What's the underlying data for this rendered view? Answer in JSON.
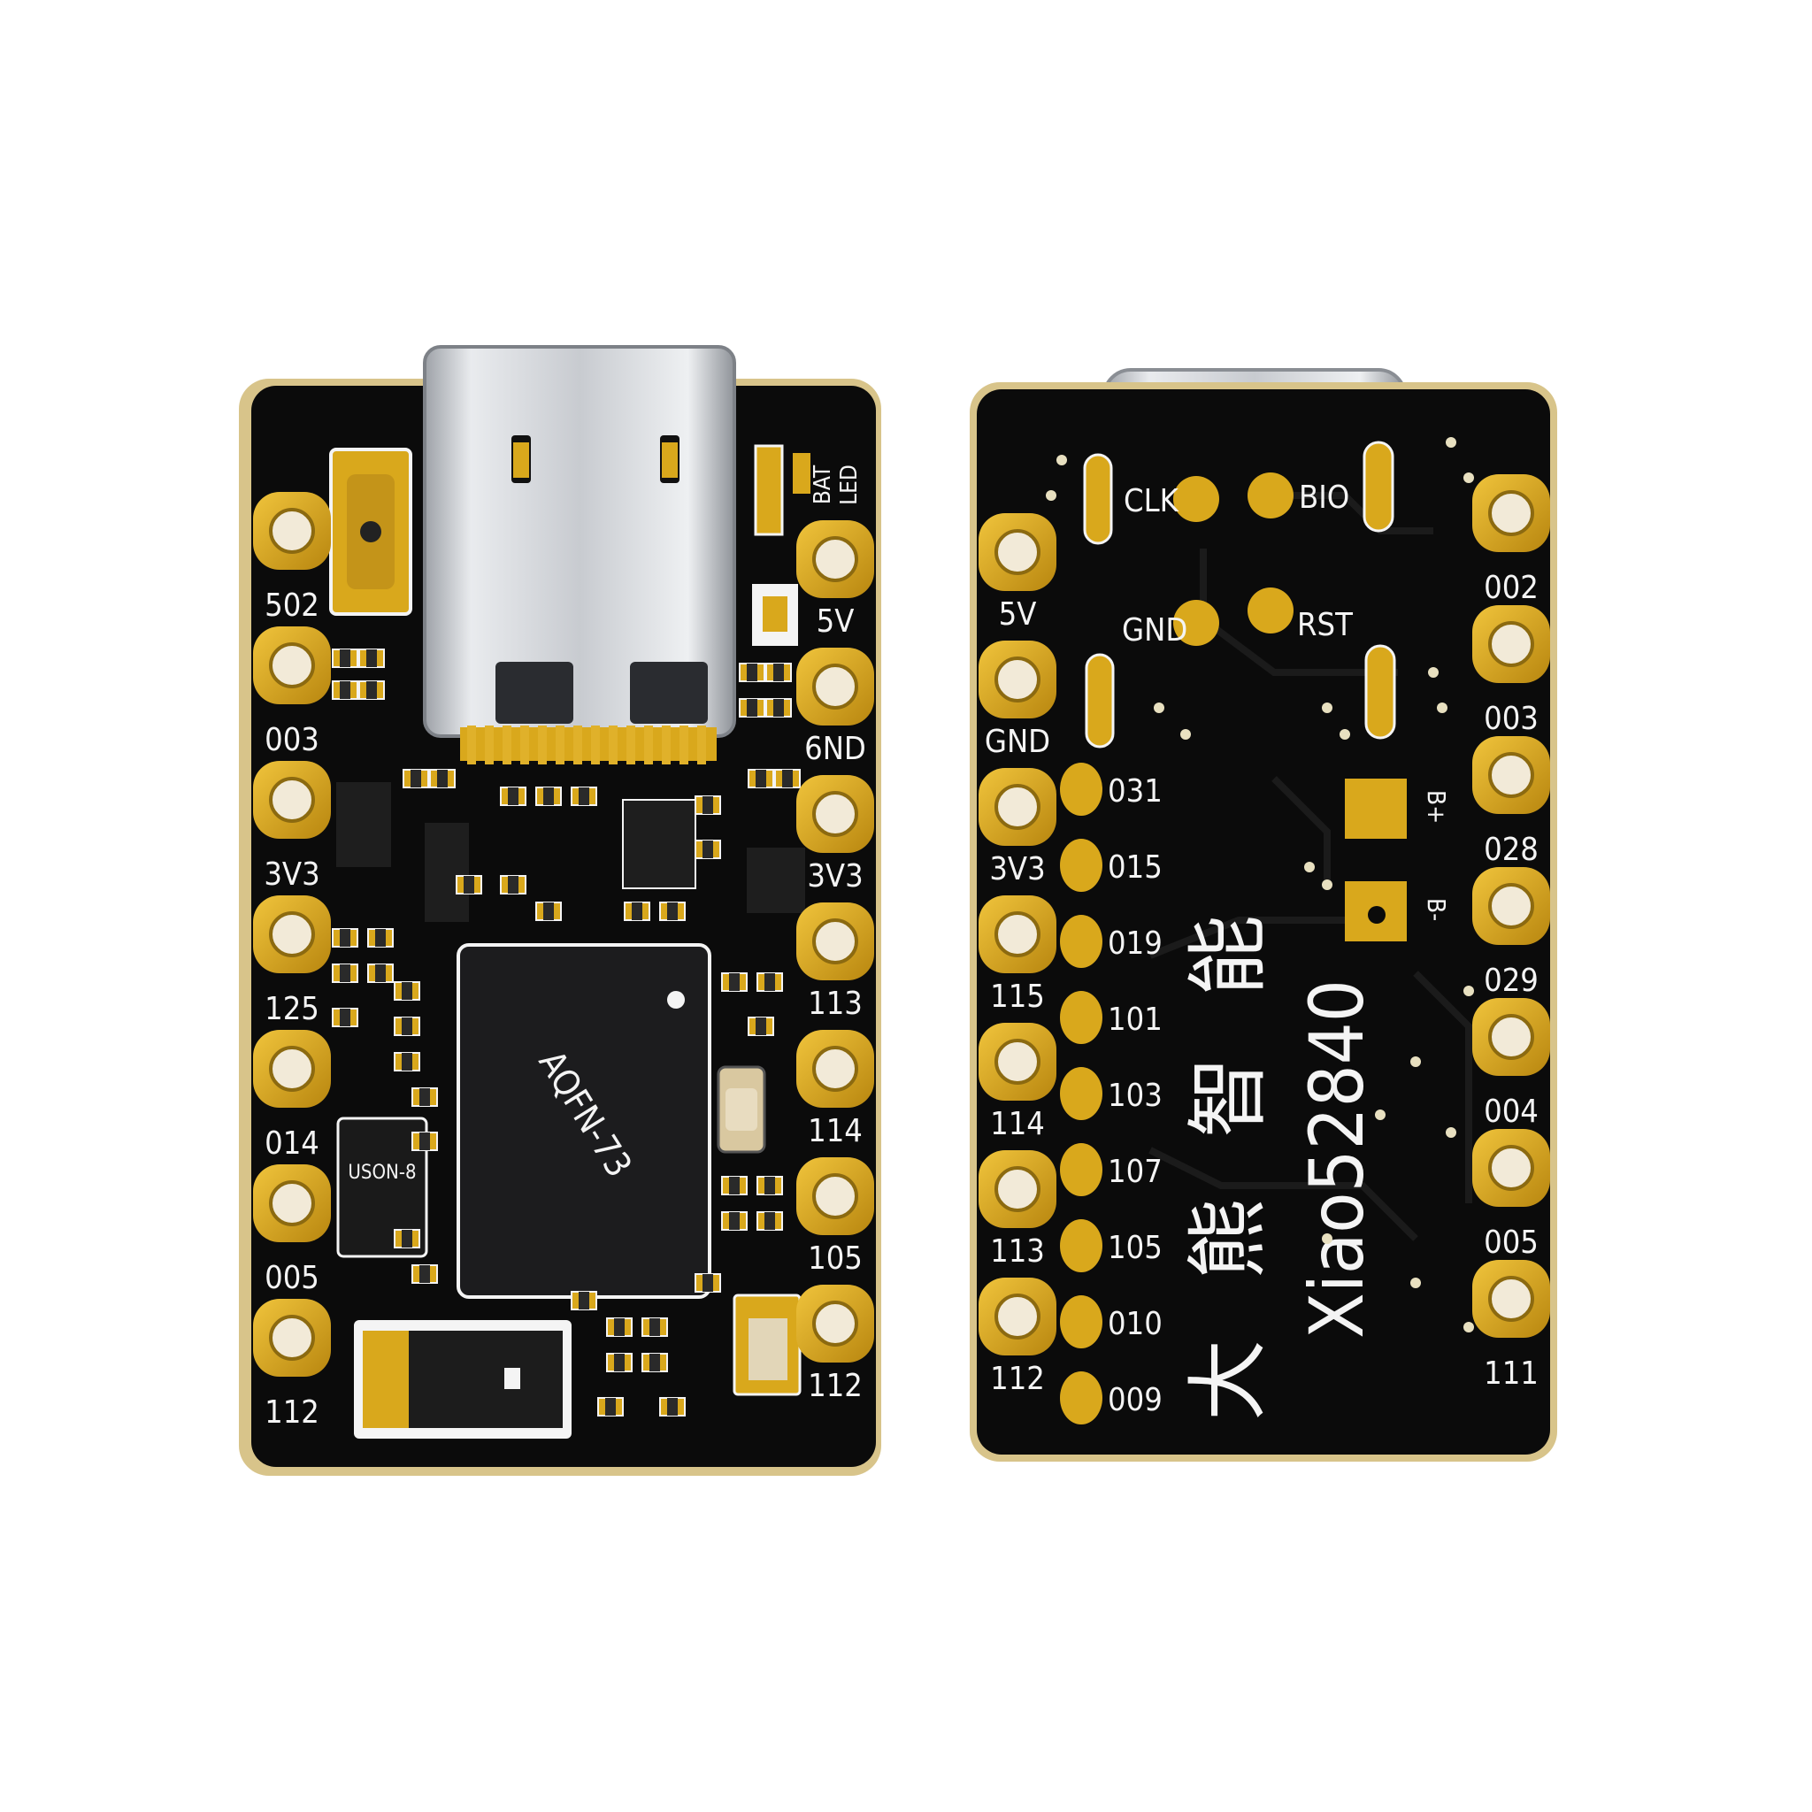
{
  "colors": {
    "pcb": "#0b0b0b",
    "gold": "#d9a81c",
    "gold_dark": "#a77d0c",
    "silkscreen": "#f4f4f4",
    "usb_metal": "#c9ccd0",
    "edge": "#d8c48a"
  },
  "front_board": {
    "left_pins": [
      "502",
      "003",
      "3V3",
      "125",
      "014",
      "005",
      "112"
    ],
    "right_pins": [
      "5V",
      "6ND",
      "3V3",
      "113",
      "114",
      "105",
      "112"
    ],
    "led_label_1": "BAT",
    "led_label_2": "LED",
    "chip_label": "AQFN-73",
    "small_chip_label": "USON-8"
  },
  "back_board": {
    "top_labels": {
      "clk": "CLK",
      "bio": "BIO",
      "gnd": "GND",
      "rst": "RST"
    },
    "left_pins": [
      "5V",
      "GND",
      "3V3",
      "115",
      "114",
      "113",
      "112"
    ],
    "right_pins": [
      "002",
      "003",
      "028",
      "029",
      "004",
      "005",
      "111"
    ],
    "inner_pins": [
      "031",
      "015",
      "019",
      "101",
      "103",
      "107",
      "105",
      "010",
      "009"
    ],
    "battery_plus": "B+",
    "battery_minus": "B-",
    "brand_chars": [
      "大",
      "熊",
      "智",
      "能"
    ],
    "model": "Xiao52840"
  }
}
